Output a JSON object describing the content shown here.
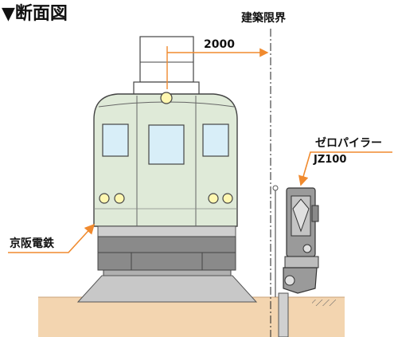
{
  "title": "▼断面図",
  "labels": {
    "clearance_limit": "建築限界",
    "dimension": "2000",
    "machine_name": "ゼロパイラー",
    "machine_model": "JZ100",
    "train_operator": "京阪電鉄"
  },
  "colors": {
    "train_body": "#dfead8",
    "window": "#d8eef8",
    "headlight": "#fff7b0",
    "arrow": "#f08a2e",
    "ground": "#f3d5b0",
    "bogie": "#8a8a8a",
    "machine": "#9a9a9a"
  }
}
